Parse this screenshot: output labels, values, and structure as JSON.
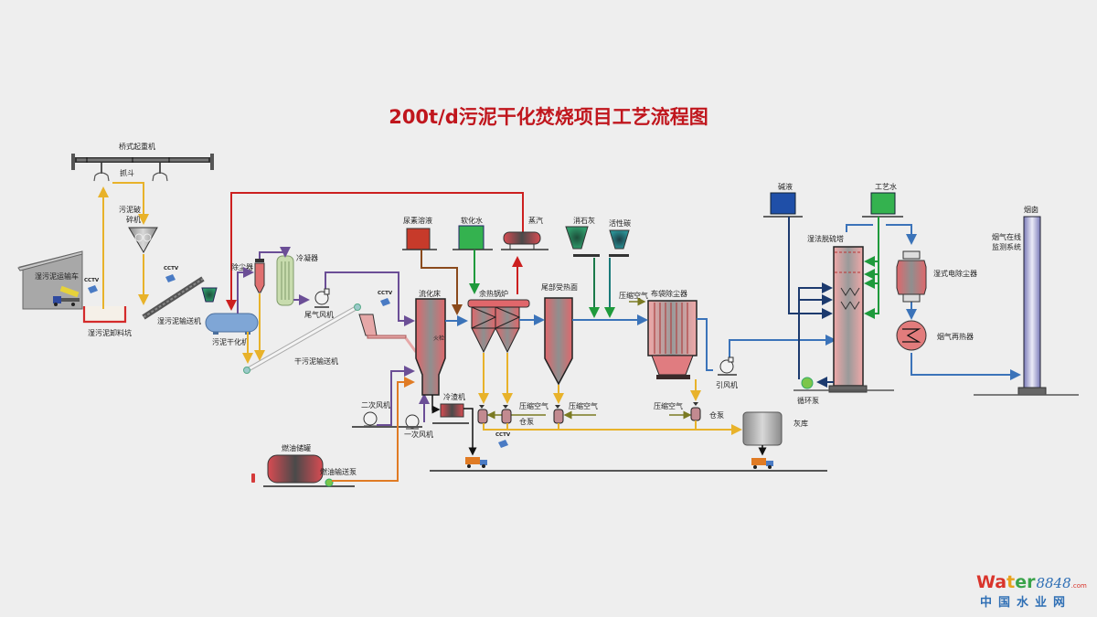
{
  "title": "200t/d污泥干化焚烧项目工艺流程图",
  "colors": {
    "background": "#eeeeee",
    "title": "#c0161d",
    "wet_sludge_line": "#e8b22a",
    "steam_line": "#cc1f1f",
    "exhaust_line": "#6b4e96",
    "flue_gas_line": "#3b73b9",
    "water_line": "#1f9a3c",
    "alkali_line": "#1c3a6e",
    "oil_line": "#e07b24",
    "urea_line": "#8a4a1c",
    "compressed_air_line": "#7a7a22"
  },
  "labels": {
    "crane": "桥式起重机",
    "grab": "抓斗",
    "crusher": "污泥破碎机",
    "truck_shed": "湿污泥运输车",
    "cctv": "CCTV",
    "pit": "湿污泥卸料坑",
    "wet_conveyor": "湿污泥输送机",
    "dryer": "污泥干化机",
    "dust_collector": "除尘器",
    "condenser": "冷凝器",
    "exhaust_fan": "尾气风机",
    "dry_conveyor": "干污泥输送机",
    "urea": "尿素溶液",
    "soft_water": "软化水",
    "steam": "蒸汽",
    "lime": "消石灰",
    "carbon": "活性碳",
    "fluidized_bed": "流化床",
    "fire_watch": "火检",
    "waste_heat_boiler": "余热锅炉",
    "tail_heating": "尾部受热面",
    "compressed_air": "压缩空气",
    "bag_filter": "布袋除尘器",
    "id_fan": "引风机",
    "secondary_fan": "二次风机",
    "primary_fan": "一次风机",
    "slag_cooler": "冷渣机",
    "silo_pump": "仓泵",
    "ash_silo": "灰库",
    "oil_tank": "燃油储罐",
    "oil_pump": "燃油输送泵",
    "alkali": "碱液",
    "process_water": "工艺水",
    "wet_fgd": "湿法脱硫塔",
    "circ_pump": "循环泵",
    "wet_esp": "湿式电除尘器",
    "reheater": "烟气再热器",
    "chimney": "烟囱",
    "cems_line1": "烟气在线",
    "cems_line2": "监测系统"
  },
  "watermark": {
    "brand_w": "W",
    "brand_a": "a",
    "brand_t": "t",
    "brand_e": "e",
    "brand_r": "r",
    "brand_num": "8848",
    "brand_com": ".com",
    "brand_cn": "中国水业网"
  }
}
